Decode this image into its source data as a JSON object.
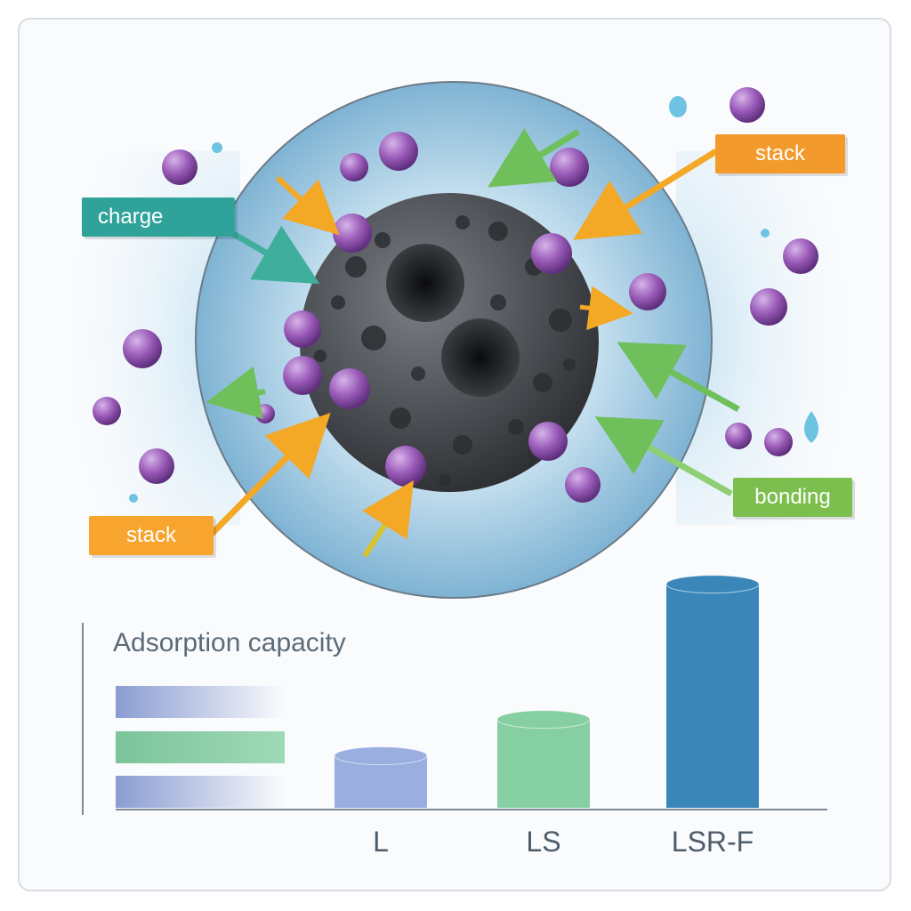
{
  "labels": {
    "charge": "charge",
    "stack_top_right": "stack",
    "stack_bottom_left": "stack",
    "bonding": "bonding"
  },
  "colors": {
    "charge": "#2fa39a",
    "stack": "#f39a2c",
    "bonding": "#7cbf4f",
    "particle": "#9a5bb8",
    "adsorbent": "#4a4d52"
  },
  "chart_data": {
    "type": "bar",
    "title": "Adsorption capacity",
    "categories": [
      "L",
      "LS",
      "LSR-F"
    ],
    "values": [
      1.0,
      1.7,
      4.3
    ],
    "legend_swatches": [
      "#8a9cd2",
      "#7cc49a",
      "#8a9cd2"
    ],
    "bar_colors": [
      "#9aaee0",
      "#86cfa2",
      "#3b86b8"
    ],
    "ylim": [
      0,
      4.5
    ],
    "grid": false
  }
}
